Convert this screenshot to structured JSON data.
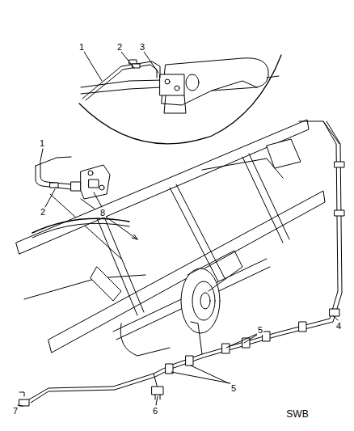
{
  "diagram": {
    "labels": [
      "1",
      "2",
      "3",
      "1",
      "2",
      "8",
      "4",
      "5",
      "5",
      "6",
      "7",
      "SWB"
    ]
  }
}
